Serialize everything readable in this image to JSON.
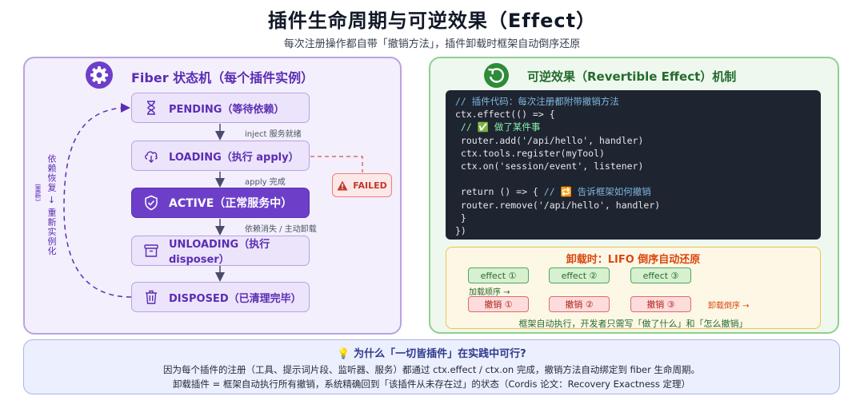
{
  "header": {
    "title": "插件生命周期与可逆效果（Effect）",
    "subtitle": "每次注册操作都自带「撤销方法」，插件卸载时框架自动倒序还原"
  },
  "left": {
    "title": "Fiber 状态机（每个插件实例）",
    "states": [
      {
        "label": "PENDING（等待依赖）",
        "icon": "hourglass-icon"
      },
      {
        "label": "LOADING（执行 apply）",
        "icon": "cloud-download-icon"
      },
      {
        "label": "ACTIVE（正常服务中）",
        "icon": "shield-check-icon"
      },
      {
        "label": "UNLOADING（执行 disposer）",
        "icon": "archive-box-icon"
      },
      {
        "label": "DISPOSED（已清理完毕）",
        "icon": "trash-icon"
      }
    ],
    "transitions": [
      "inject 服务就绪",
      "apply 完成",
      "依赖消失 / 主动卸载"
    ],
    "failed": "FAILED",
    "recovery_label": "依赖恢复 → 重新实例化",
    "recovery_note": "(重新)",
    "colors": {
      "accent": "#6d3fc9",
      "failed": "#e06a6a"
    }
  },
  "right": {
    "title": "可逆效果（Revertible Effect）机制",
    "code": {
      "comment1": "// 插件代码：每次注册都附带撤销方法",
      "effect_open": "ctx.effect(() => {",
      "comment2": " // ✅ 做了某件事",
      "line_add": " router.add('/api/hello', handler)",
      "line_register": " ctx.tools.register(myTool)",
      "line_on": " ctx.on('session/event', listener)",
      "return_line": " return () => { ",
      "return_comment": "// 🔁 告诉框架如何撤销",
      "line_remove": " router.remove('/api/hello', handler)",
      "close_inner": " }",
      "close_outer": "})"
    },
    "lifo": {
      "title": "卸载时：LIFO 倒序自动还原",
      "effects": [
        "effect ①",
        "effect ②",
        "effect ③"
      ],
      "undos": [
        "撤销 ①",
        "撤销 ②",
        "撤销 ③"
      ],
      "load_order": "加载顺序 →",
      "unload_order": "卸载倒序 →",
      "caption": "框架自动执行，开发者只需写「做了什么」和「怎么撤销」"
    }
  },
  "bottom": {
    "title": "💡 为什么「一切皆插件」在实践中可行?",
    "line1": "因为每个插件的注册（工具、提示词片段、监听器、服务）都通过 ctx.effect / ctx.on 完成，撤销方法自动绑定到 fiber 生命周期。",
    "line2": "卸载插件 = 框架自动执行所有撤销，系统精确回到「该插件从未存在过」的状态（Cordis 论文：Recovery Exactness 定理）"
  }
}
